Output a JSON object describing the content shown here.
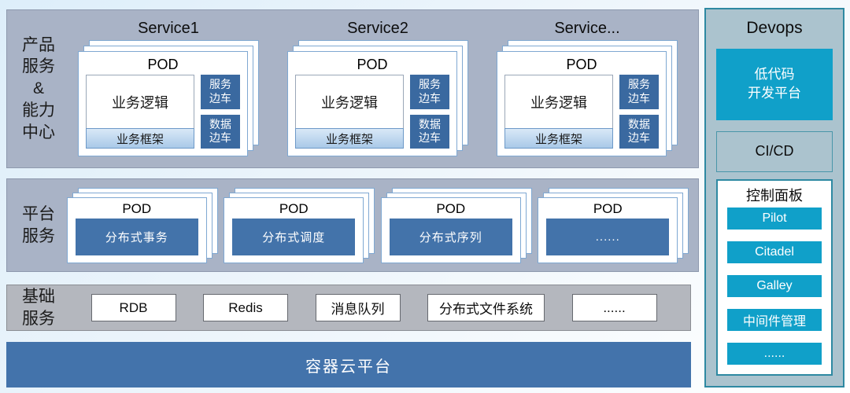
{
  "palette": {
    "page_bg_top": "#ddeefa",
    "band_bg": "#a9b3c6",
    "band_border": "#8e99ae",
    "base_band_bg": "#b4b7be",
    "base_band_border": "#8b8e94",
    "card_border": "#7fa8d2",
    "inner_box_border": "#9aa7b8",
    "frame_grad_top": "#d9e8f7",
    "frame_grad_bottom": "#a9c9e8",
    "frame_border": "#6d99c8",
    "sidecar_blue": "#3a69a0",
    "steel_blue": "#4373aa",
    "bottom_bar_blue": "#4373ab",
    "teal": "#10a0c9",
    "devops_bg": "#abc3ce",
    "devops_border": "#2e89a2",
    "cicd_border": "#4996a9",
    "text_dark": "#1a1a1a",
    "text_white": "#ffffff"
  },
  "product_band": {
    "label_lines": [
      "产品",
      "服务",
      "&",
      "能力",
      "中心"
    ],
    "services": [
      {
        "title": "Service1"
      },
      {
        "title": "Service2"
      },
      {
        "title": "Service..."
      }
    ],
    "pod": {
      "title": "POD",
      "logic": "业务逻辑",
      "frame": "业务框架",
      "sidecars": [
        {
          "lines": [
            "服务",
            "边车"
          ]
        },
        {
          "lines": [
            "数据",
            "边车"
          ]
        }
      ]
    }
  },
  "platform_band": {
    "label_lines": [
      "平台",
      "服务"
    ],
    "pod_title": "POD",
    "pods": [
      {
        "label": "分布式事务"
      },
      {
        "label": "分布式调度"
      },
      {
        "label": "分布式序列"
      },
      {
        "label": "......"
      }
    ]
  },
  "base_band": {
    "label_lines": [
      "基础",
      "服务"
    ],
    "items": [
      "RDB",
      "Redis",
      "消息队列",
      "分布式文件系统",
      "......"
    ]
  },
  "bottom_bar": {
    "label": "容器云平台"
  },
  "devops": {
    "title": "Devops",
    "low_code_lines": [
      "低代码",
      "开发平台"
    ],
    "cicd": "CI/CD",
    "control_panel": {
      "title": "控制面板",
      "items": [
        "Pilot",
        "Citadel",
        "Galley",
        "中间件管理",
        "......"
      ]
    }
  }
}
